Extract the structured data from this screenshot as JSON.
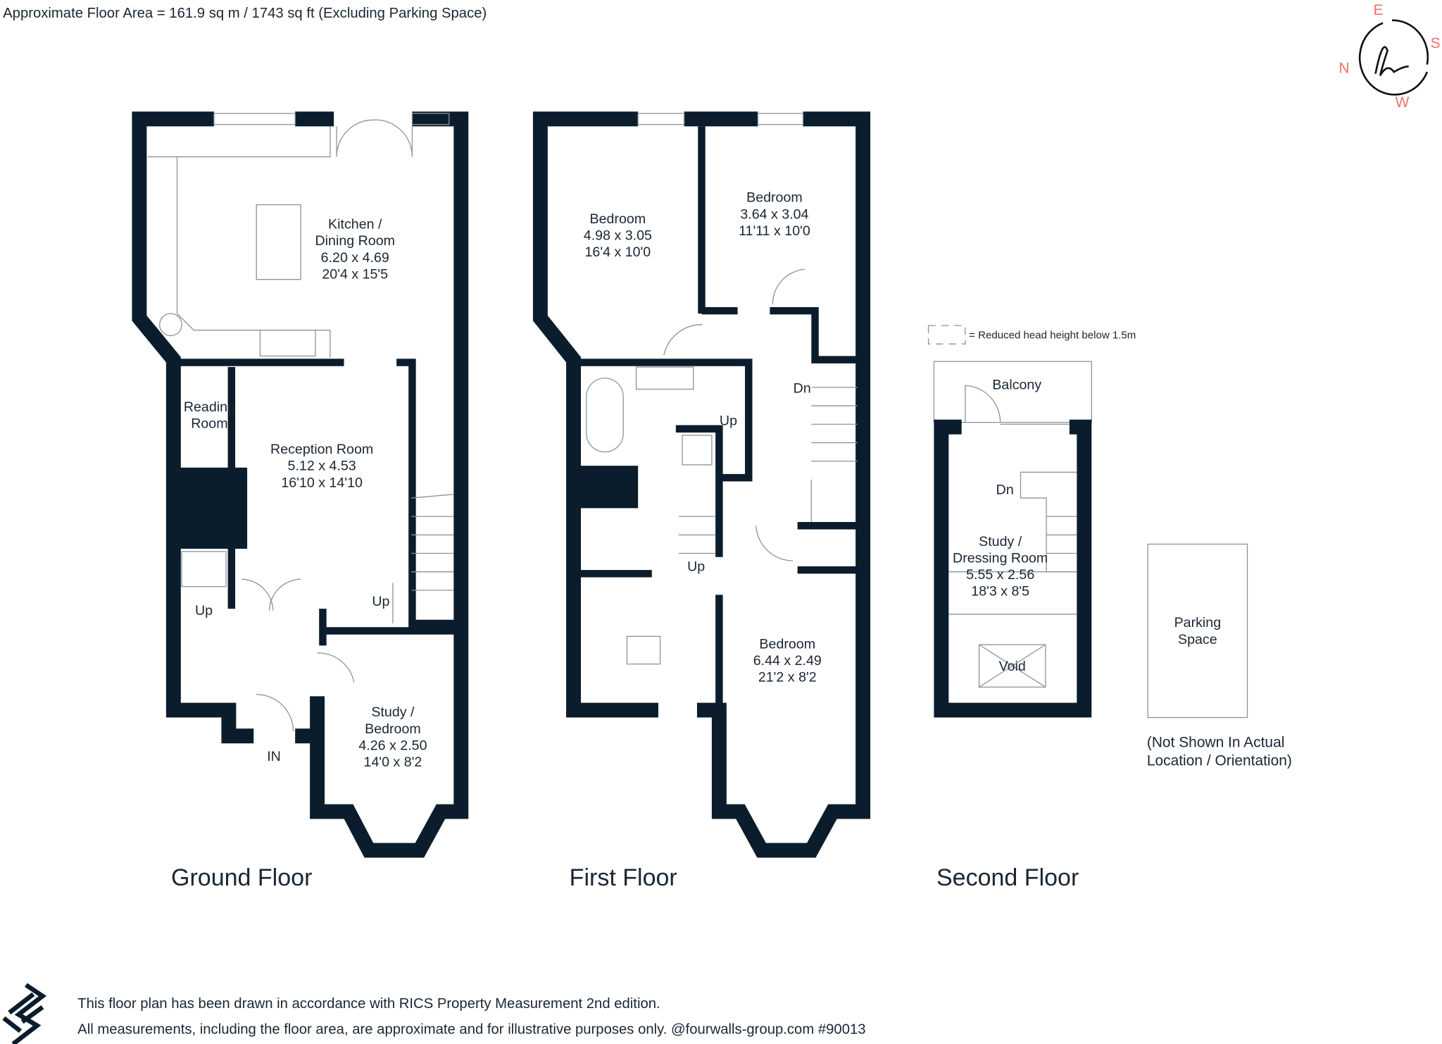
{
  "header": {
    "floor_area": "Approximate Floor Area = 161.9 sq m / 1743 sq ft (Excluding Parking Space)"
  },
  "compass": {
    "n": "N",
    "e": "E",
    "s": "S",
    "w": "W",
    "logo": "h"
  },
  "legend": {
    "text": "= Reduced head height below 1.5m"
  },
  "ground_floor": {
    "title": "Ground Floor",
    "kitchen": [
      "Kitchen /",
      "Dining Room",
      "6.20 x 4.69",
      "20'4 x 15'5"
    ],
    "reading": [
      "Reading",
      "Room"
    ],
    "reception": [
      "Reception Room",
      "5.12 x 4.53",
      "16'10 x 14'10"
    ],
    "study": [
      "Study /",
      "Bedroom",
      "4.26 x 2.50",
      "14'0 x 8'2"
    ],
    "up1": "Up",
    "up2": "Up",
    "entrance": "IN"
  },
  "first_floor": {
    "title": "First Floor",
    "bedroom1": [
      "Bedroom",
      "4.98 x 3.05",
      "16'4 x 10'0"
    ],
    "bedroom2": [
      "Bedroom",
      "3.64 x 3.04",
      "11'11 x 10'0"
    ],
    "bedroom3": [
      "Bedroom",
      "6.44 x 2.49",
      "21'2 x 8'2"
    ],
    "dn": "Dn",
    "up1": "Up",
    "up2": "Up"
  },
  "second_floor": {
    "title": "Second Floor",
    "balcony": "Balcony",
    "dn": "Dn",
    "study": [
      "Study /",
      "Dressing Room",
      "5.55 x 2.56",
      "18'3 x 8'5"
    ],
    "void": "Void"
  },
  "parking": {
    "label": [
      "Parking",
      "Space"
    ],
    "note": [
      "(Not Shown In Actual",
      "Location / Orientation)"
    ]
  },
  "footer": {
    "line1": "This floor plan has been drawn in accordance with RICS Property Measurement 2nd edition.",
    "line2": "All measurements, including the floor area, are approximate and for illustrative purposes only. @fourwalls-group.com #90013"
  },
  "colors": {
    "wall": "#0b1d2c",
    "compass": "#f0706a"
  }
}
